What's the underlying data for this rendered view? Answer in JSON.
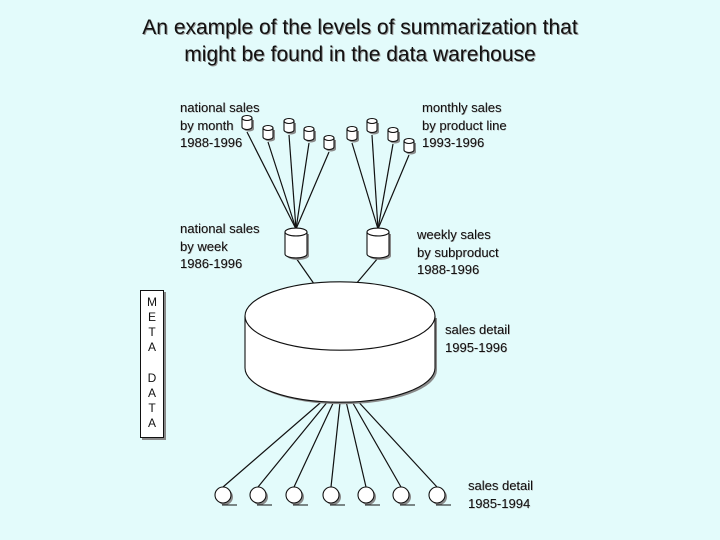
{
  "title": {
    "line1": "An example of the levels of summarization that",
    "line2": "might be found in the data warehouse"
  },
  "labels": {
    "national_month": [
      "national sales",
      "by month",
      "1988-1996"
    ],
    "monthly_product": [
      "monthly sales",
      "by product line",
      "1993-1996"
    ],
    "national_week": [
      "national sales",
      "by week",
      "1986-1996"
    ],
    "weekly_subproduct": [
      "weekly sales",
      "by subproduct",
      "1988-1996"
    ],
    "detail_recent": [
      "sales detail",
      "1995-1996"
    ],
    "detail_archive": [
      "sales detail",
      "1985-1994"
    ]
  },
  "metadata_letters": [
    "M",
    "E",
    "T",
    "A",
    "D",
    "A",
    "T",
    "A"
  ]
}
